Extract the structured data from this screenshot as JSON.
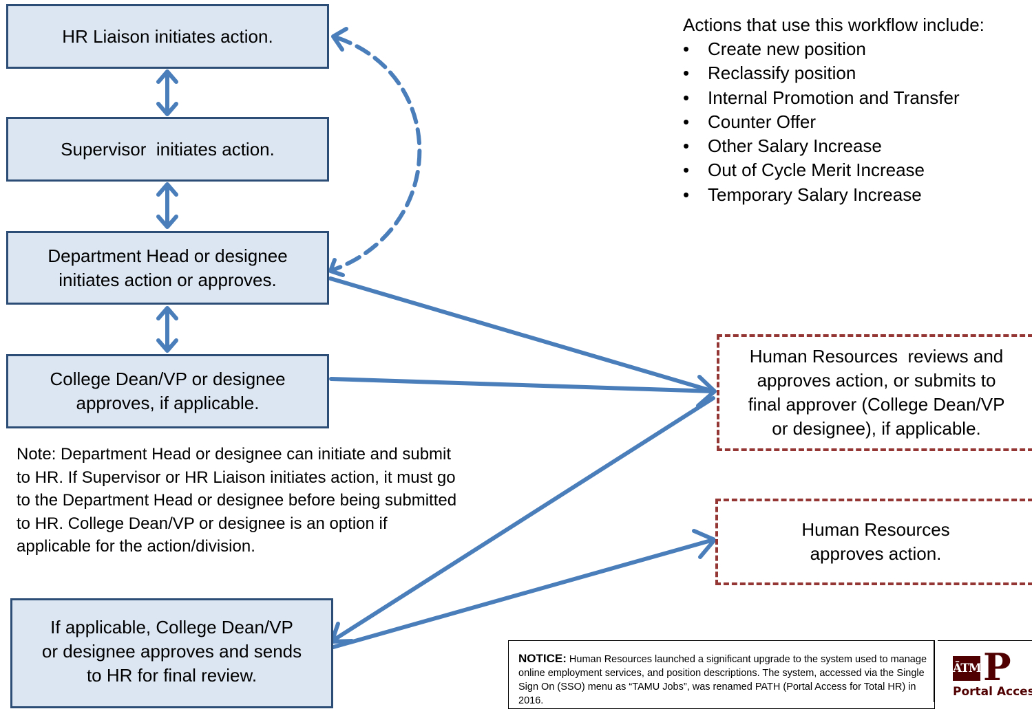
{
  "flow_boxes": {
    "hr_liaison": "HR Liaison initiates action.",
    "supervisor": "Supervisor  initiates action.",
    "dept_head_line1": "Department Head or designee",
    "dept_head_line2": "initiates action or approves.",
    "college_dean_line1": "College Dean/VP or designee",
    "college_dean_line2": "approves, if applicable.",
    "final_line1": "If applicable, College Dean/VP",
    "final_line2": "or designee approves and sends",
    "final_line3": "to HR for final review."
  },
  "hr_boxes": {
    "review_line1": "Human Resources  reviews and",
    "review_line2": "approves action, or submits to",
    "review_line3": "final approver (College Dean/VP",
    "review_line4": "or designee), if applicable.",
    "approve_line1": "Human Resources",
    "approve_line2": "approves action."
  },
  "note": "Note: Department Head or designee  can  initiate and submit to HR. If Supervisor or HR Liaison initiates action, it must go to the Department Head or designee before being submitted to HR. College Dean/VP or designee is an option if applicable for the action/division.",
  "actions": {
    "title": "Actions that use this workflow include:",
    "bullet": "•",
    "items": [
      "Create new position",
      "Reclassify position",
      "Internal Promotion and Transfer",
      "Counter Offer",
      "Other Salary Increase",
      "Out of Cycle Merit Increase",
      "Temporary Salary Increase"
    ]
  },
  "notice": {
    "title": "NOTICE:",
    "text": "Human Resources launched a significant upgrade to the system used to manage online employment services, and position descriptions. The system, accessed via the Single Sign On (SSO) menu as “TAMU Jobs”, was renamed PATH (Portal Access for Total HR) in 2016."
  },
  "logo": {
    "atm": "ĀTM",
    "letter": "P",
    "caption": "Portal Access"
  },
  "colors": {
    "box_fill": "#dce6f2",
    "box_border": "#2c4d75",
    "arrow": "#4a7ebb",
    "dashed_border": "#943634",
    "logo_maroon": "#500000"
  }
}
